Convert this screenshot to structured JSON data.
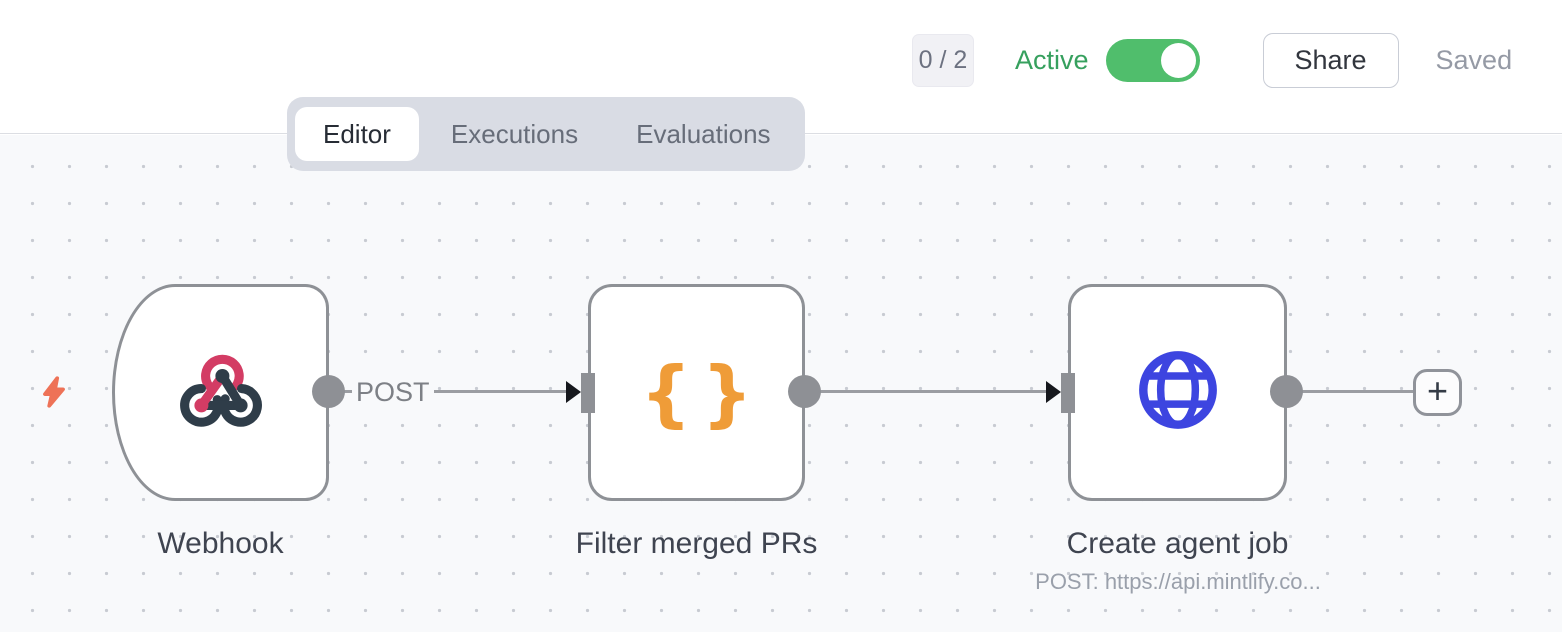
{
  "header": {
    "execution_count": "0 / 2",
    "active_label": "Active",
    "active_state": "on",
    "share_label": "Share",
    "saved_label": "Saved"
  },
  "tabs": {
    "editor": "Editor",
    "executions": "Executions",
    "evaluations": "Evaluations",
    "selected": "Editor"
  },
  "workflow": {
    "nodes": {
      "webhook": {
        "name": "Webhook",
        "icon": "webhook-icon",
        "output_label": "POST"
      },
      "filter": {
        "name": "Filter merged PRs",
        "icon": "curly-braces-icon",
        "icon_glyph": "{}"
      },
      "http": {
        "name": "Create agent job",
        "icon": "globe-icon",
        "subtitle": "POST: https://api.mintlify.co..."
      }
    },
    "add_button_label": "+"
  },
  "colors": {
    "active_green": "#36a05e",
    "toggle_green": "#50be6c",
    "webhook_crimson": "#d33c64",
    "webhook_slate": "#2f3d49",
    "code_orange": "#ef9c38",
    "http_blue": "#3d45e0",
    "trigger_coral": "#ee7257",
    "canvas_bg": "#f8f9fb",
    "node_border": "#8e9196"
  }
}
